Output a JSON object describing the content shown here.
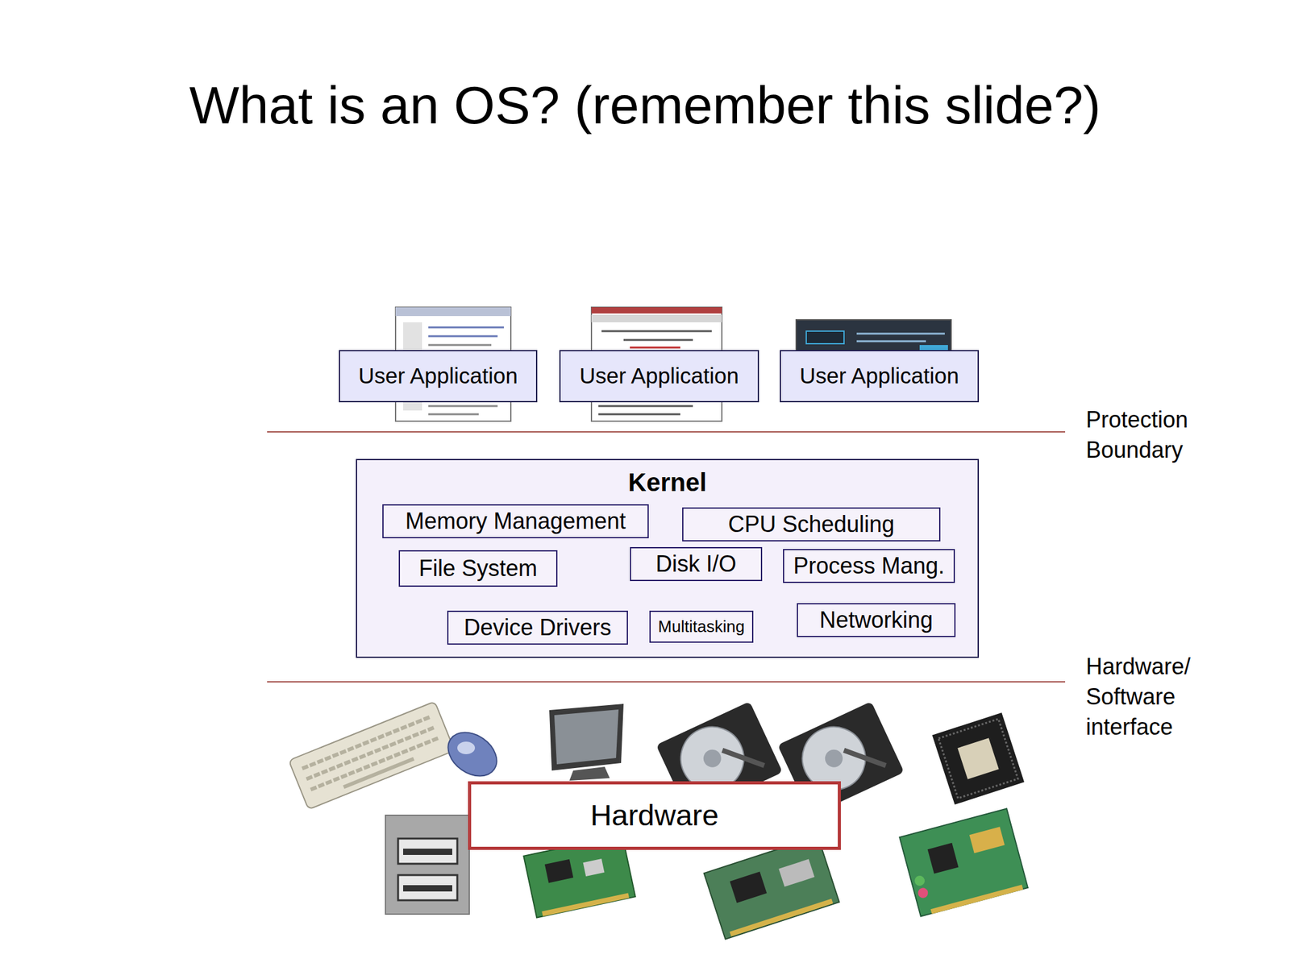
{
  "diagram": {
    "title": "What is an OS? (remember this slide?)",
    "nodes": [
      {
        "text": [
          "User Application"
        ]
      },
      {
        "text": [
          "User Application"
        ]
      },
      {
        "text": [
          "User Application"
        ]
      },
      {
        "text": [
          "Kernel"
        ]
      },
      {
        "text": [
          "Memory Management"
        ],
        "in": 3
      },
      {
        "text": [
          "CPU Scheduling"
        ],
        "in": 3
      },
      {
        "text": [
          "File System"
        ],
        "in": 3
      },
      {
        "text": [
          "Disk I/O"
        ],
        "in": 3
      },
      {
        "text": [
          "Process Mang."
        ],
        "in": 3
      },
      {
        "text": [
          "Device Drivers"
        ],
        "in": 3
      },
      {
        "text": [
          "Multitasking"
        ],
        "in": 3
      },
      {
        "text": [
          "Networking"
        ],
        "in": 3
      },
      {
        "text": [
          "Hardware"
        ]
      }
    ],
    "labels": [
      "Protection Boundary",
      "Hardware/ Software interface"
    ]
  }
}
